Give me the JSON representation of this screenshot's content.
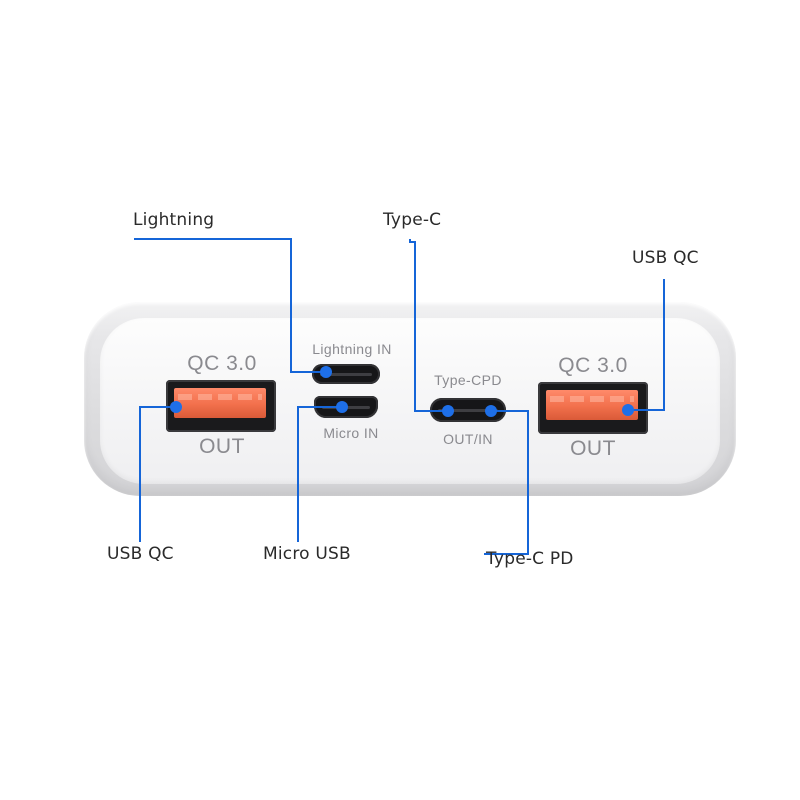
{
  "callouts": {
    "lightning": "Lightning",
    "type_c": "Type-C",
    "usb_qc_right": "USB  QC",
    "usb_qc_left": "USB  QC",
    "micro_usb": "Micro USB",
    "type_c_pd": "Type-C PD"
  },
  "device": {
    "left_port": {
      "top_label": "QC 3.0",
      "bottom_label": "OUT"
    },
    "right_port": {
      "top_label": "QC 3.0",
      "bottom_label": "OUT"
    },
    "lightning_port": {
      "label": "Lightning  IN"
    },
    "micro_port": {
      "label": "Micro  IN"
    },
    "typec_port": {
      "top_label": "Type-CPD",
      "bottom_label": "OUT/IN"
    }
  },
  "colors": {
    "leader_line": "#1565d8",
    "marker": "#1e6fe8",
    "port_tongue": "#f2704c",
    "port_housing": "#1a1a1c",
    "device_face": "#f7f7f8",
    "label_text": "#2a2a2a",
    "printed_text": "#8a8a8f"
  }
}
